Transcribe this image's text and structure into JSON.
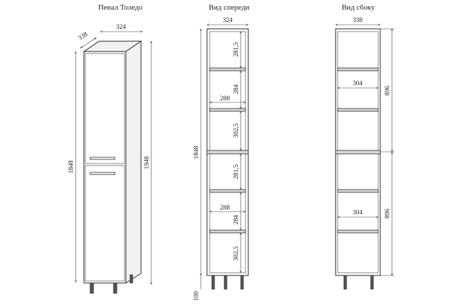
{
  "titles": {
    "iso": "Пенал Толедо",
    "front": "Вид спереди",
    "side": "Вид сбоку"
  },
  "iso_view": {
    "depth": "338",
    "width": "324",
    "body_height": "1848",
    "total_height": "1948"
  },
  "front_view": {
    "width": "324",
    "total_height": "1848",
    "base_height": "100",
    "upper": {
      "s1": "281,5",
      "s2": "284",
      "s3": "302,5",
      "inner_width": "288"
    },
    "lower": {
      "s1": "281,5",
      "s2": "284",
      "s3": "302,5",
      "inner_width": "288"
    }
  },
  "side_view": {
    "depth": "338",
    "upper_height": "896",
    "lower_height": "896",
    "upper_shelf_depth": "304",
    "lower_shelf_depth": "304"
  }
}
